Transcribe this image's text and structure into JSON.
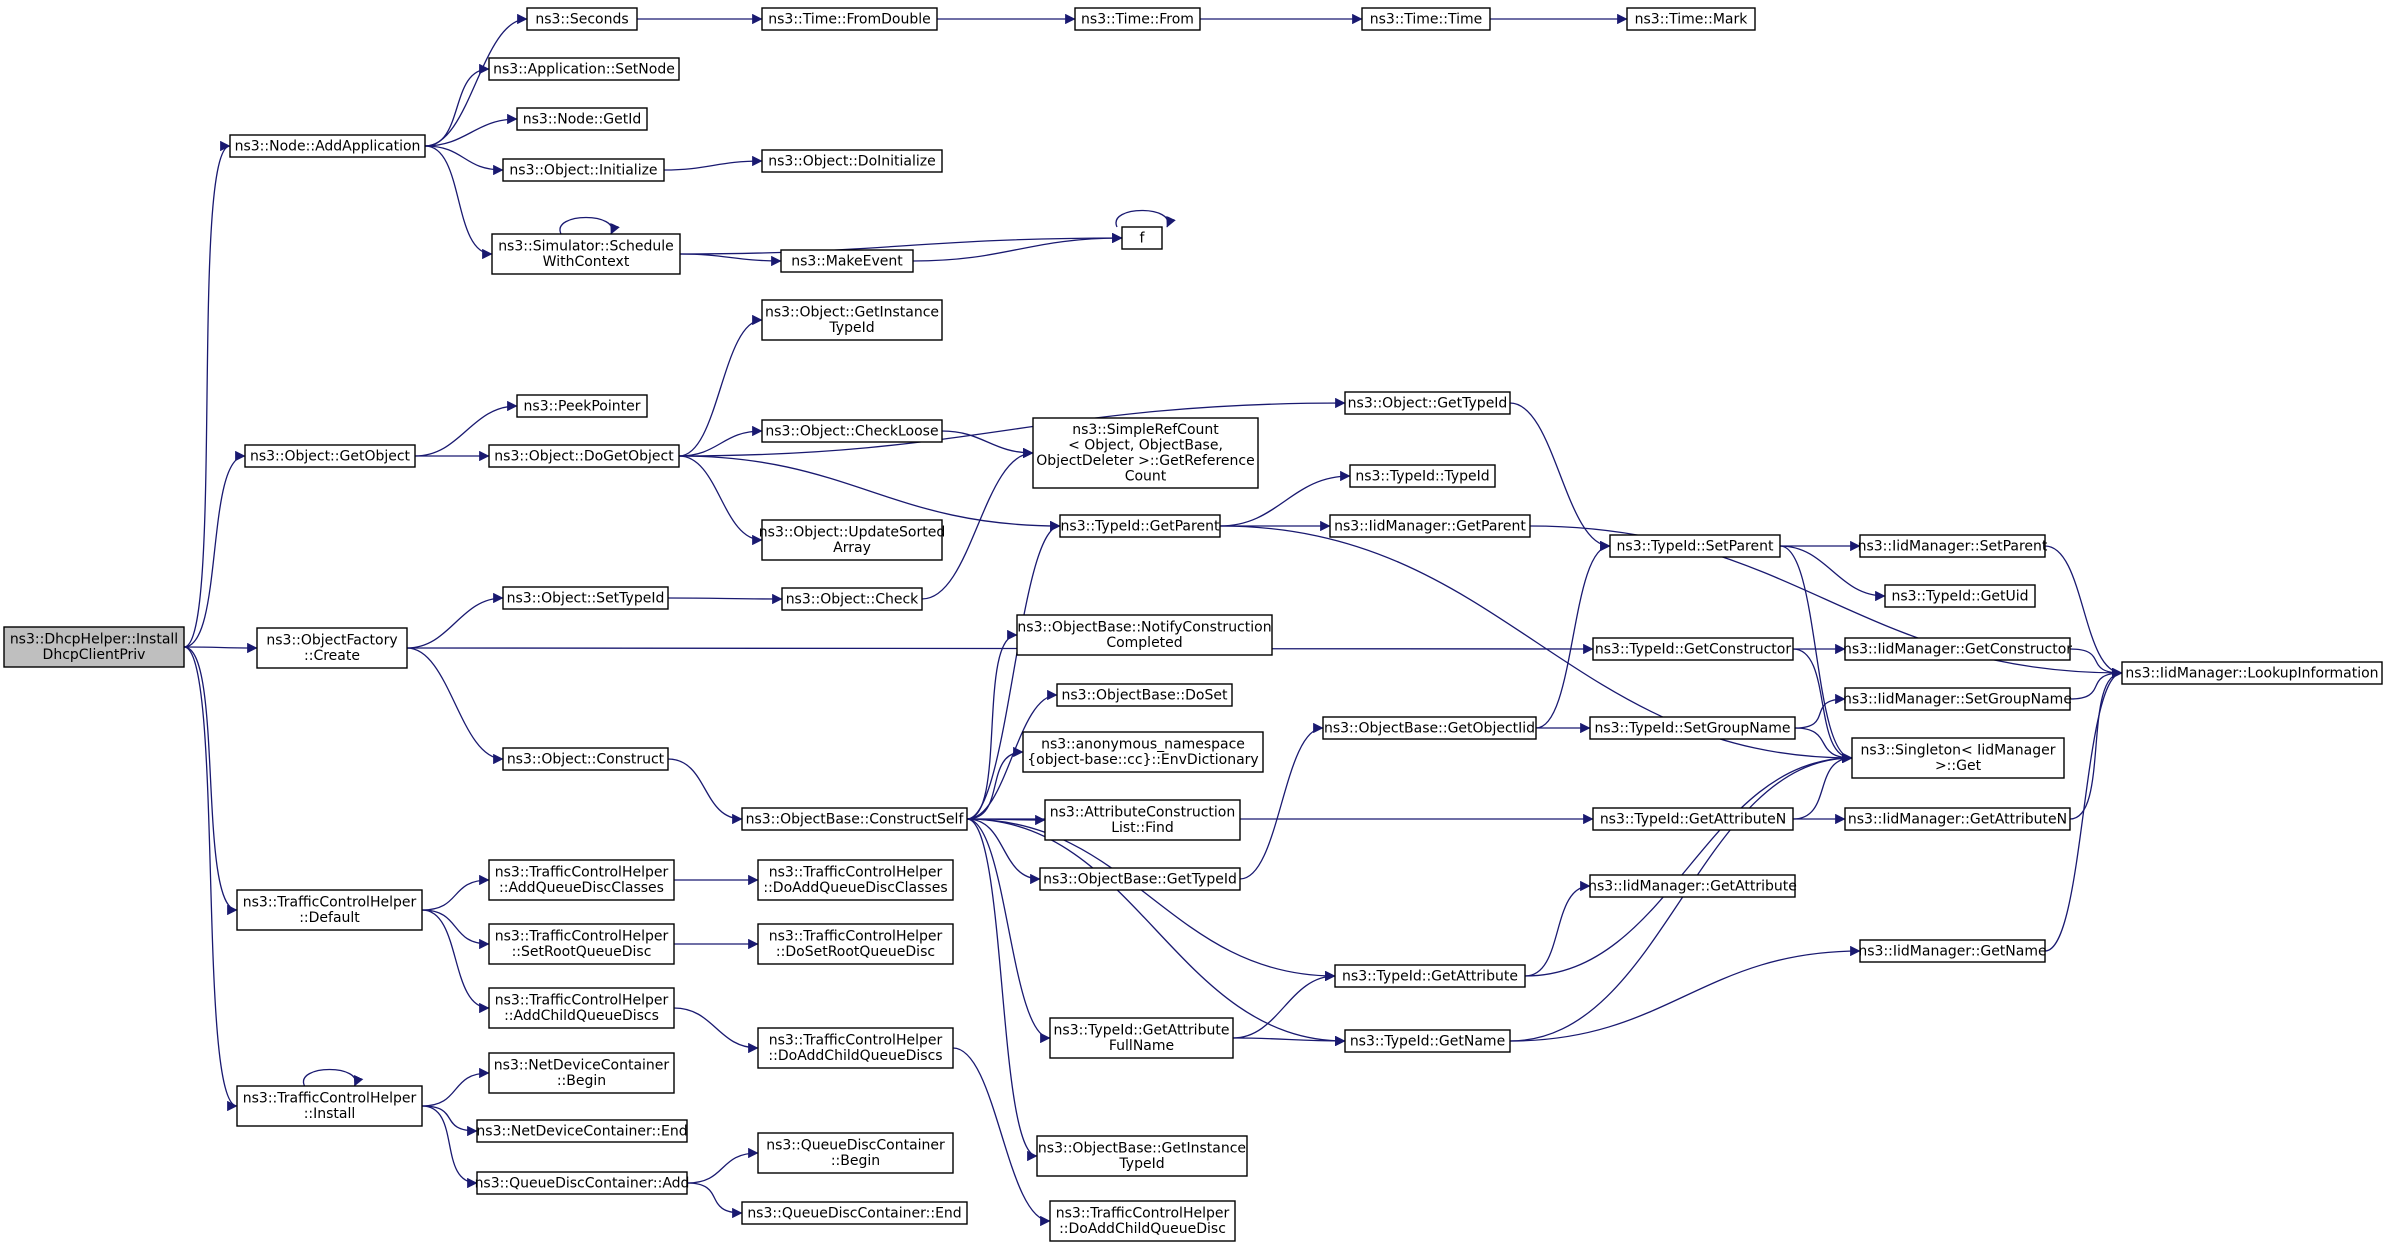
{
  "colors": {
    "edge": "#191970",
    "node_border": "#000000",
    "root_fill": "#bfbfbf",
    "background": "#ffffff"
  },
  "nodes": [
    {
      "id": "root",
      "lines": [
        "ns3::DhcpHelper::Install",
        "DhcpClientPriv"
      ]
    },
    {
      "id": "addApp",
      "lines": [
        "ns3::Node::AddApplication"
      ]
    },
    {
      "id": "seconds",
      "lines": [
        "ns3::Seconds"
      ]
    },
    {
      "id": "fromDouble",
      "lines": [
        "ns3::Time::FromDouble"
      ]
    },
    {
      "id": "from",
      "lines": [
        "ns3::Time::From"
      ]
    },
    {
      "id": "timeTime",
      "lines": [
        "ns3::Time::Time"
      ]
    },
    {
      "id": "mark",
      "lines": [
        "ns3::Time::Mark"
      ]
    },
    {
      "id": "setNode",
      "lines": [
        "ns3::Application::SetNode"
      ]
    },
    {
      "id": "getId",
      "lines": [
        "ns3::Node::GetId"
      ]
    },
    {
      "id": "initialize",
      "lines": [
        "ns3::Object::Initialize"
      ]
    },
    {
      "id": "doInitialize",
      "lines": [
        "ns3::Object::DoInitialize"
      ]
    },
    {
      "id": "schedule",
      "lines": [
        "ns3::Simulator::Schedule",
        "WithContext"
      ]
    },
    {
      "id": "makeEvent",
      "lines": [
        "ns3::MakeEvent"
      ]
    },
    {
      "id": "f",
      "lines": [
        "f"
      ]
    },
    {
      "id": "getInstTypeId",
      "lines": [
        "ns3::Object::GetInstance",
        "TypeId"
      ]
    },
    {
      "id": "peekPointer",
      "lines": [
        "ns3::PeekPointer"
      ]
    },
    {
      "id": "getObject",
      "lines": [
        "ns3::Object::GetObject"
      ]
    },
    {
      "id": "doGetObject",
      "lines": [
        "ns3::Object::DoGetObject"
      ]
    },
    {
      "id": "objGetTypeId",
      "lines": [
        "ns3::Object::GetTypeId"
      ]
    },
    {
      "id": "checkLoose",
      "lines": [
        "ns3::Object::CheckLoose"
      ]
    },
    {
      "id": "refCount",
      "lines": [
        "ns3::SimpleRefCount",
        "< Object, ObjectBase,",
        "ObjectDeleter >::GetReference",
        "Count"
      ]
    },
    {
      "id": "typeIdTypeId",
      "lines": [
        "ns3::TypeId::TypeId"
      ]
    },
    {
      "id": "getParent",
      "lines": [
        "ns3::TypeId::GetParent"
      ]
    },
    {
      "id": "iidGetParent",
      "lines": [
        "ns3::IidManager::GetParent"
      ]
    },
    {
      "id": "updateSorted",
      "lines": [
        "ns3::Object::UpdateSorted",
        "Array"
      ]
    },
    {
      "id": "setParent",
      "lines": [
        "ns3::TypeId::SetParent"
      ]
    },
    {
      "id": "iidSetParent",
      "lines": [
        "ns3::IidManager::SetParent"
      ]
    },
    {
      "id": "getUid",
      "lines": [
        "ns3::TypeId::GetUid"
      ]
    },
    {
      "id": "setTypeId",
      "lines": [
        "ns3::Object::SetTypeId"
      ]
    },
    {
      "id": "check",
      "lines": [
        "ns3::Object::Check"
      ]
    },
    {
      "id": "factoryCreate",
      "lines": [
        "ns3::ObjectFactory",
        "::Create"
      ]
    },
    {
      "id": "notifyConstruction",
      "lines": [
        "ns3::ObjectBase::NotifyConstruction",
        "Completed"
      ]
    },
    {
      "id": "getConstructor",
      "lines": [
        "ns3::TypeId::GetConstructor"
      ]
    },
    {
      "id": "iidGetConstructor",
      "lines": [
        "ns3::IidManager::GetConstructor"
      ]
    },
    {
      "id": "lookupInfo",
      "lines": [
        "ns3::IidManager::LookupInformation"
      ]
    },
    {
      "id": "doSet",
      "lines": [
        "ns3::ObjectBase::DoSet"
      ]
    },
    {
      "id": "envDict",
      "lines": [
        "ns3::anonymous_namespace",
        "{object-base::cc}::EnvDictionary"
      ]
    },
    {
      "id": "getObjectIid",
      "lines": [
        "ns3::ObjectBase::GetObjectIid"
      ]
    },
    {
      "id": "setGroupName",
      "lines": [
        "ns3::TypeId::SetGroupName"
      ]
    },
    {
      "id": "iidSetGroupName",
      "lines": [
        "ns3::IidManager::SetGroupName"
      ]
    },
    {
      "id": "singletonGet",
      "lines": [
        "ns3::Singleton< IidManager",
        ">::Get"
      ]
    },
    {
      "id": "construct",
      "lines": [
        "ns3::Object::Construct"
      ]
    },
    {
      "id": "constructSelf",
      "lines": [
        "ns3::ObjectBase::ConstructSelf"
      ]
    },
    {
      "id": "attrFind",
      "lines": [
        "ns3::AttributeConstruction",
        "List::Find"
      ]
    },
    {
      "id": "getAttributeN",
      "lines": [
        "ns3::TypeId::GetAttributeN"
      ]
    },
    {
      "id": "iidGetAttributeN",
      "lines": [
        "ns3::IidManager::GetAttributeN"
      ]
    },
    {
      "id": "obGetTypeId",
      "lines": [
        "ns3::ObjectBase::GetTypeId"
      ]
    },
    {
      "id": "iidGetAttribute",
      "lines": [
        "ns3::IidManager::GetAttribute"
      ]
    },
    {
      "id": "tchDefault",
      "lines": [
        "ns3::TrafficControlHelper",
        "::Default"
      ]
    },
    {
      "id": "addQDC",
      "lines": [
        "ns3::TrafficControlHelper",
        "::AddQueueDiscClasses"
      ]
    },
    {
      "id": "doAddQDC",
      "lines": [
        "ns3::TrafficControlHelper",
        "::DoAddQueueDiscClasses"
      ]
    },
    {
      "id": "setRootQD",
      "lines": [
        "ns3::TrafficControlHelper",
        "::SetRootQueueDisc"
      ]
    },
    {
      "id": "doSetRootQD",
      "lines": [
        "ns3::TrafficControlHelper",
        "::DoSetRootQueueDisc"
      ]
    },
    {
      "id": "iidGetName",
      "lines": [
        "ns3::IidManager::GetName"
      ]
    },
    {
      "id": "getAttribute",
      "lines": [
        "ns3::TypeId::GetAttribute"
      ]
    },
    {
      "id": "addChildQD",
      "lines": [
        "ns3::TrafficControlHelper",
        "::AddChildQueueDiscs"
      ]
    },
    {
      "id": "getAttrFullName",
      "lines": [
        "ns3::TypeId::GetAttribute",
        "FullName"
      ]
    },
    {
      "id": "getName",
      "lines": [
        "ns3::TypeId::GetName"
      ]
    },
    {
      "id": "doAddChildQDs",
      "lines": [
        "ns3::TrafficControlHelper",
        "::DoAddChildQueueDiscs"
      ]
    },
    {
      "id": "ndcBegin",
      "lines": [
        "ns3::NetDeviceContainer",
        "::Begin"
      ]
    },
    {
      "id": "tchInstall",
      "lines": [
        "ns3::TrafficControlHelper",
        "::Install"
      ]
    },
    {
      "id": "ndcEnd",
      "lines": [
        "ns3::NetDeviceContainer::End"
      ]
    },
    {
      "id": "obGetInstTypeId",
      "lines": [
        "ns3::ObjectBase::GetInstance",
        "TypeId"
      ]
    },
    {
      "id": "qdcBegin",
      "lines": [
        "ns3::QueueDiscContainer",
        "::Begin"
      ]
    },
    {
      "id": "qdcAdd",
      "lines": [
        "ns3::QueueDiscContainer::Add"
      ]
    },
    {
      "id": "qdcEnd",
      "lines": [
        "ns3::QueueDiscContainer::End"
      ]
    },
    {
      "id": "doAddChildQD",
      "lines": [
        "ns3::TrafficControlHelper",
        "::DoAddChildQueueDisc"
      ]
    }
  ]
}
